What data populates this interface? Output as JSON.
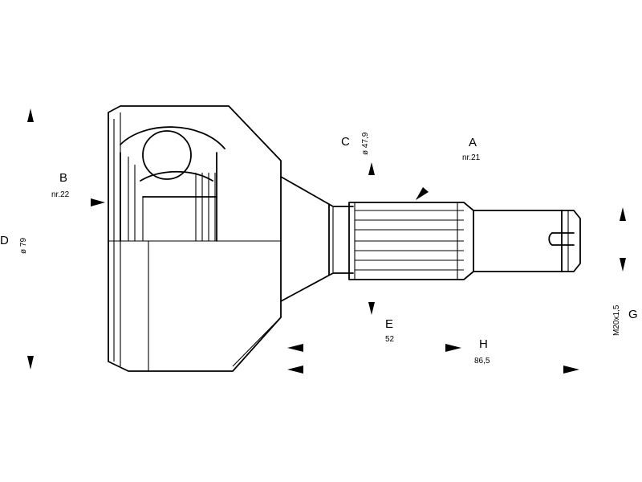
{
  "labels": {
    "A": {
      "letter": "A",
      "value": "nr.21"
    },
    "B": {
      "letter": "B",
      "value": "nr.22"
    },
    "C": {
      "letter": "C",
      "value": "ø 47,9"
    },
    "D": {
      "letter": "D",
      "value": "ø 79"
    },
    "E": {
      "letter": "E",
      "value": "52"
    },
    "G": {
      "letter": "G",
      "value": "M20x1,5"
    },
    "H": {
      "letter": "H",
      "value": "86,5"
    }
  }
}
